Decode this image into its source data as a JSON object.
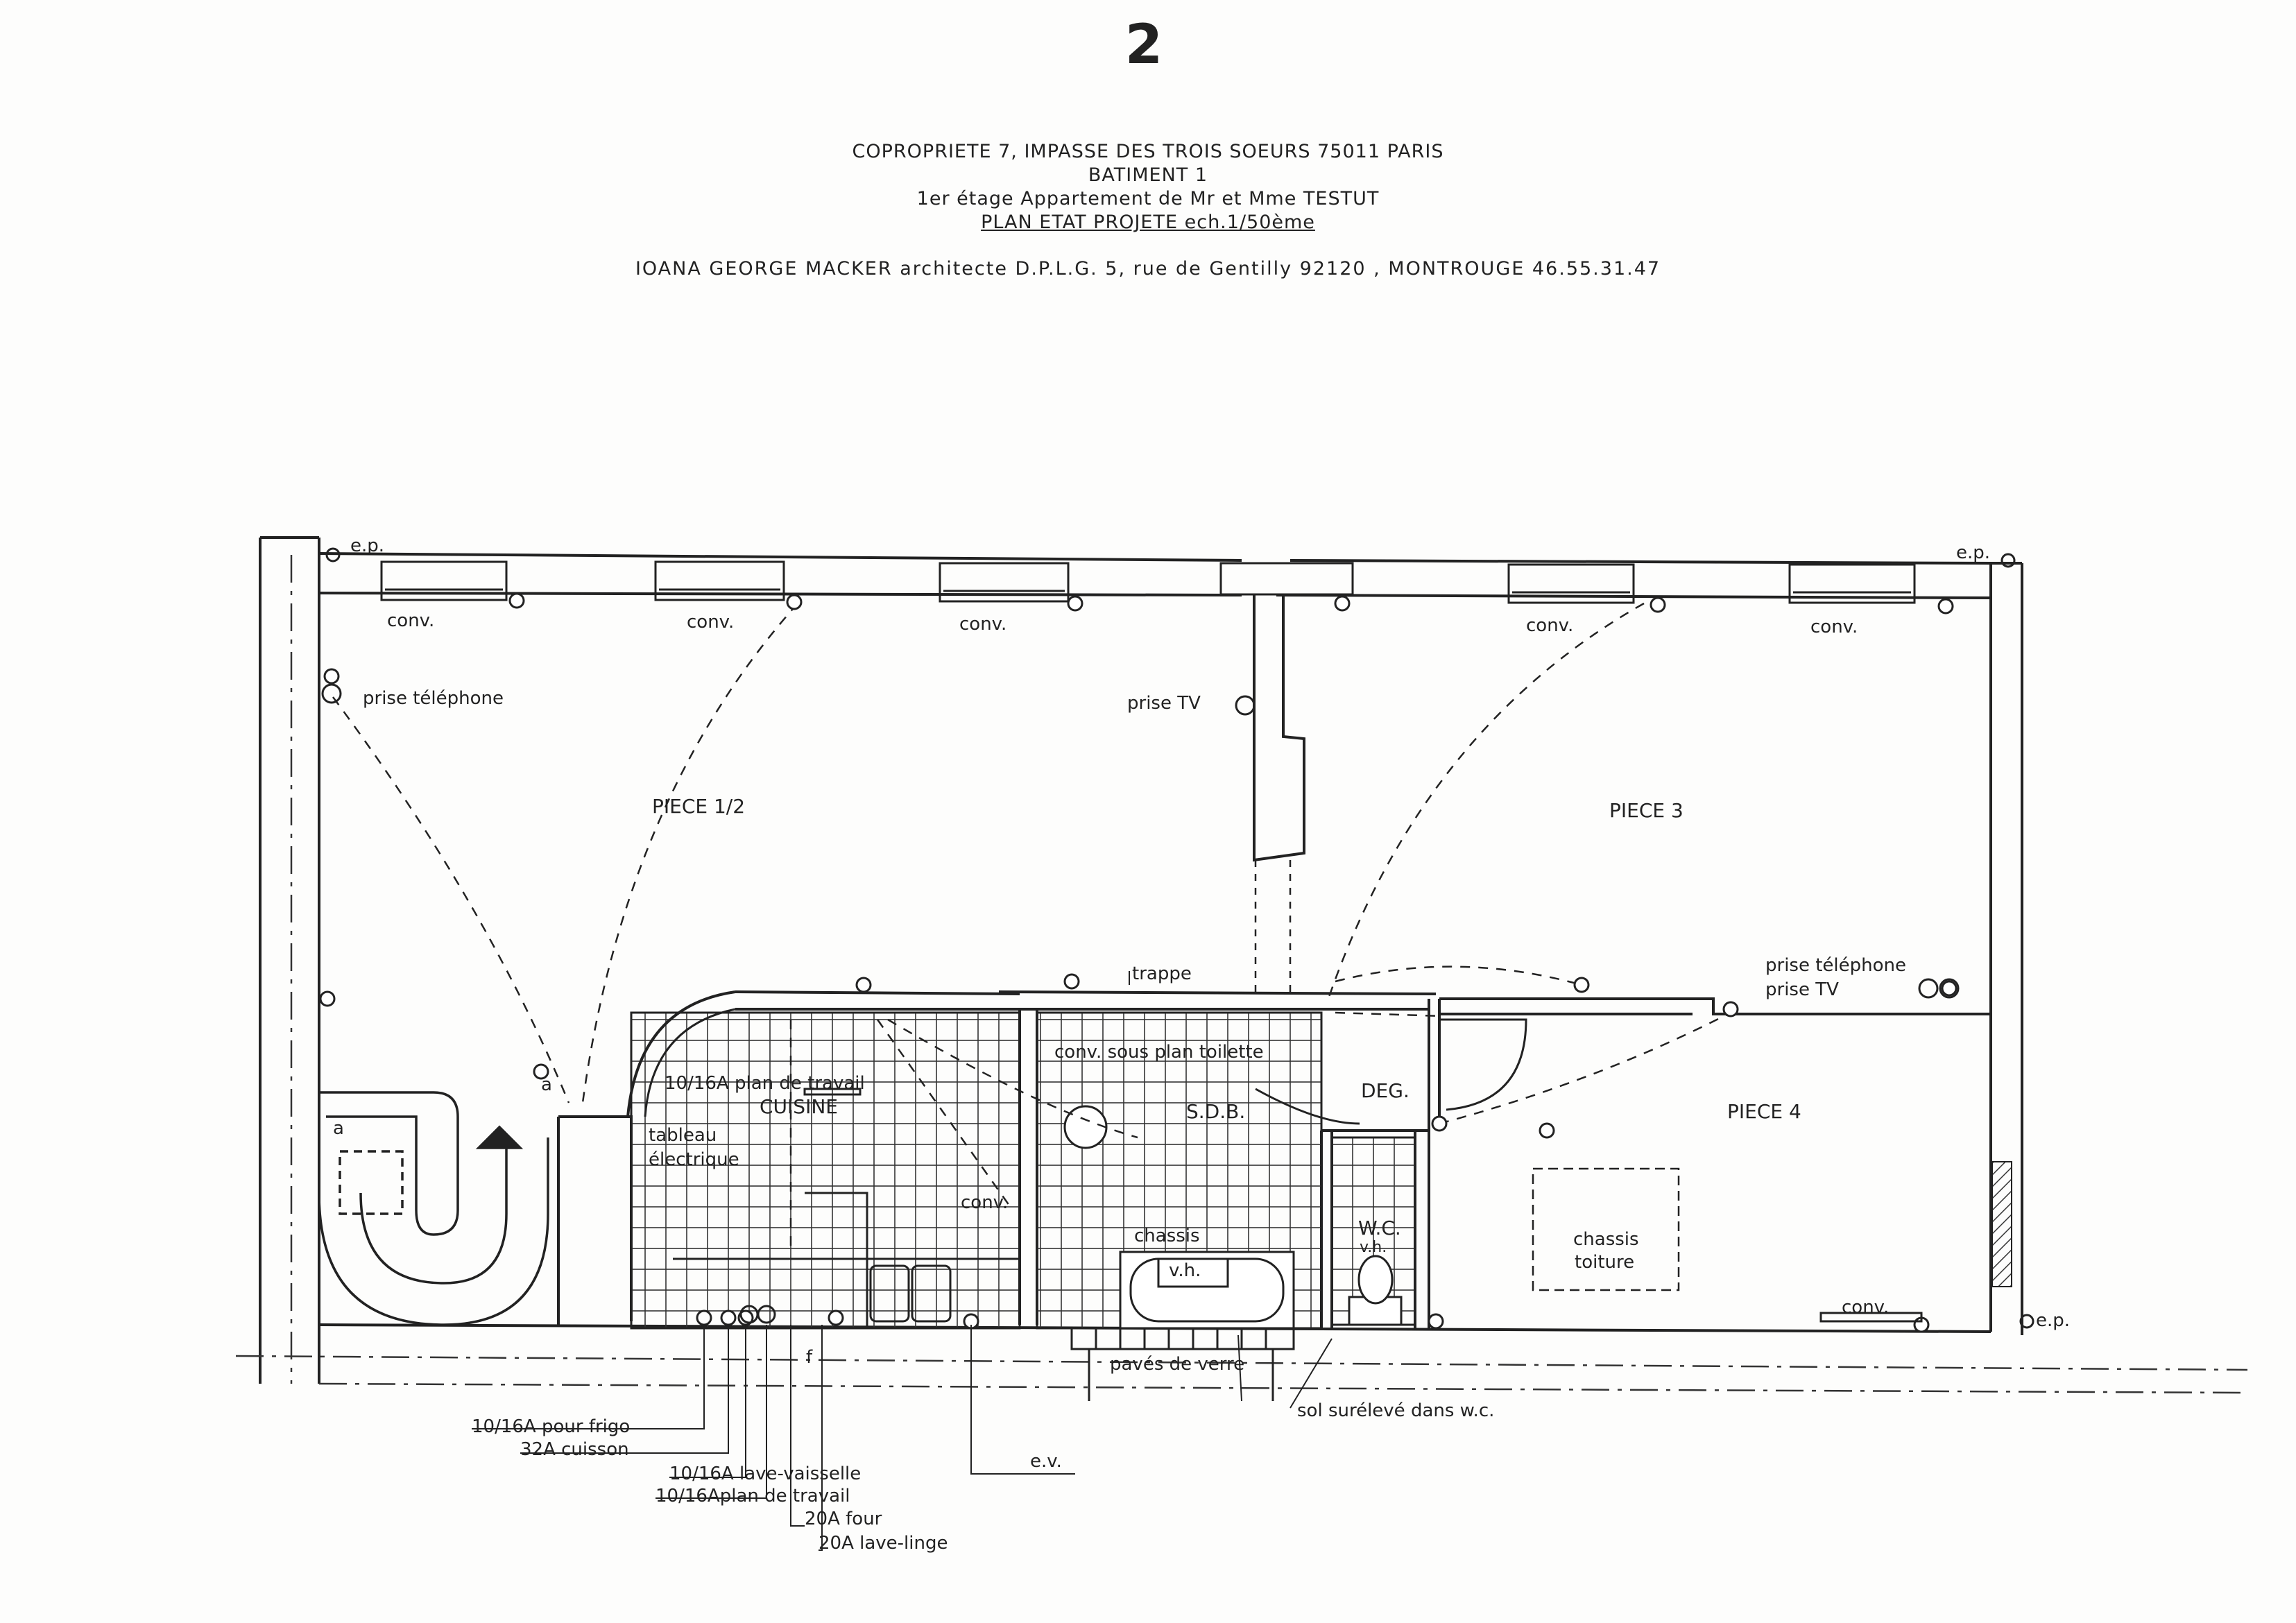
{
  "sheet_number": "2",
  "header": {
    "line1": "COPROPRIETE 7, IMPASSE DES TROIS SOEURS 75011 PARIS",
    "line2": "BATIMENT 1",
    "line3": "1er étage Appartement de Mr et Mme TESTUT",
    "line4": "PLAN ETAT PROJETE ech.1/50ème",
    "architect": "IOANA GEORGE MACKER architecte D.P.L.G. 5, rue de Gentilly 92120 , MONTROUGE 46.55.31.47"
  },
  "rooms": {
    "piece12": "PIECE 1/2",
    "piece3": "PIECE 3",
    "piece4": "PIECE 4",
    "cuisine": "CUISINE",
    "sdb": "S.D.B.",
    "deg": "DEG.",
    "wc": "W.C."
  },
  "labels": {
    "ep": "e.p.",
    "conv": "conv.",
    "prise_telephone": "prise téléphone",
    "prise_tv": "prise TV",
    "trappe": "trappe",
    "conv_sous_plan": "conv. sous plan toilette",
    "plan_travail": "10/16A plan de travail",
    "tableau": "tableau",
    "electrique": "électrique",
    "conv_short": "conv.",
    "chassis": "chassis",
    "vh": "v.h.",
    "chassis_toiture_1": "chassis",
    "chassis_toiture_2": "toiture",
    "paves": "pavés de verre",
    "sol_sureleve": "sol surélevé dans w.c.",
    "ev": "e.v.",
    "a": "a",
    "f": "f"
  },
  "circuits": [
    "10/16A pour frigo",
    "32A cuisson",
    "10/16A lave-vaisselle",
    "10/16Aplan de travail",
    "20A four",
    "20A lave-linge"
  ]
}
